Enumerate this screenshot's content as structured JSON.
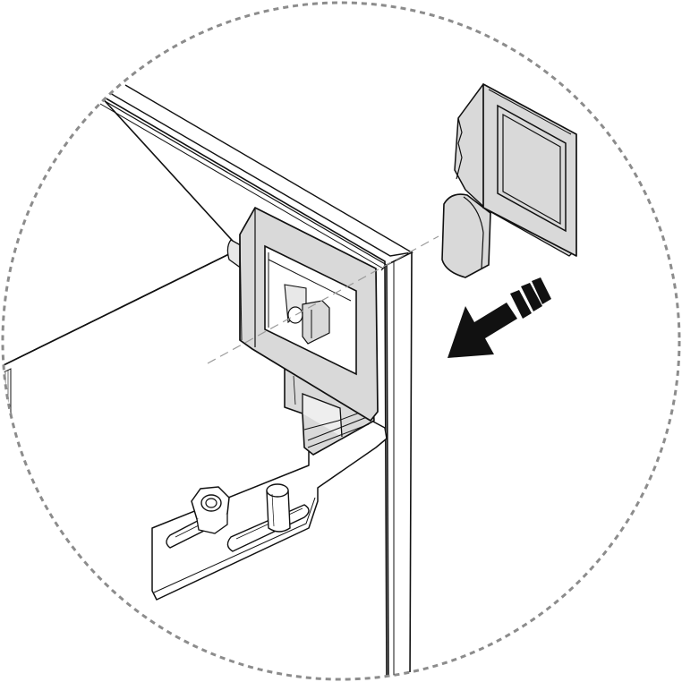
{
  "diagram": {
    "type": "assembly-detail-illustration",
    "parts": [
      "cabinet-panel",
      "door-edge",
      "mounting-bracket",
      "catch-cap",
      "hex-nut",
      "slotted-plate",
      "dowel-pin"
    ],
    "direction_indicator": "arrow-insert-icon",
    "colors": {
      "line": "#111111",
      "part_fill": "#d9d9d9",
      "light_fill": "#eeeeee",
      "background": "#ffffff",
      "detail_circle": "#8c8c8c",
      "guide_line": "#9a9a9a"
    }
  }
}
